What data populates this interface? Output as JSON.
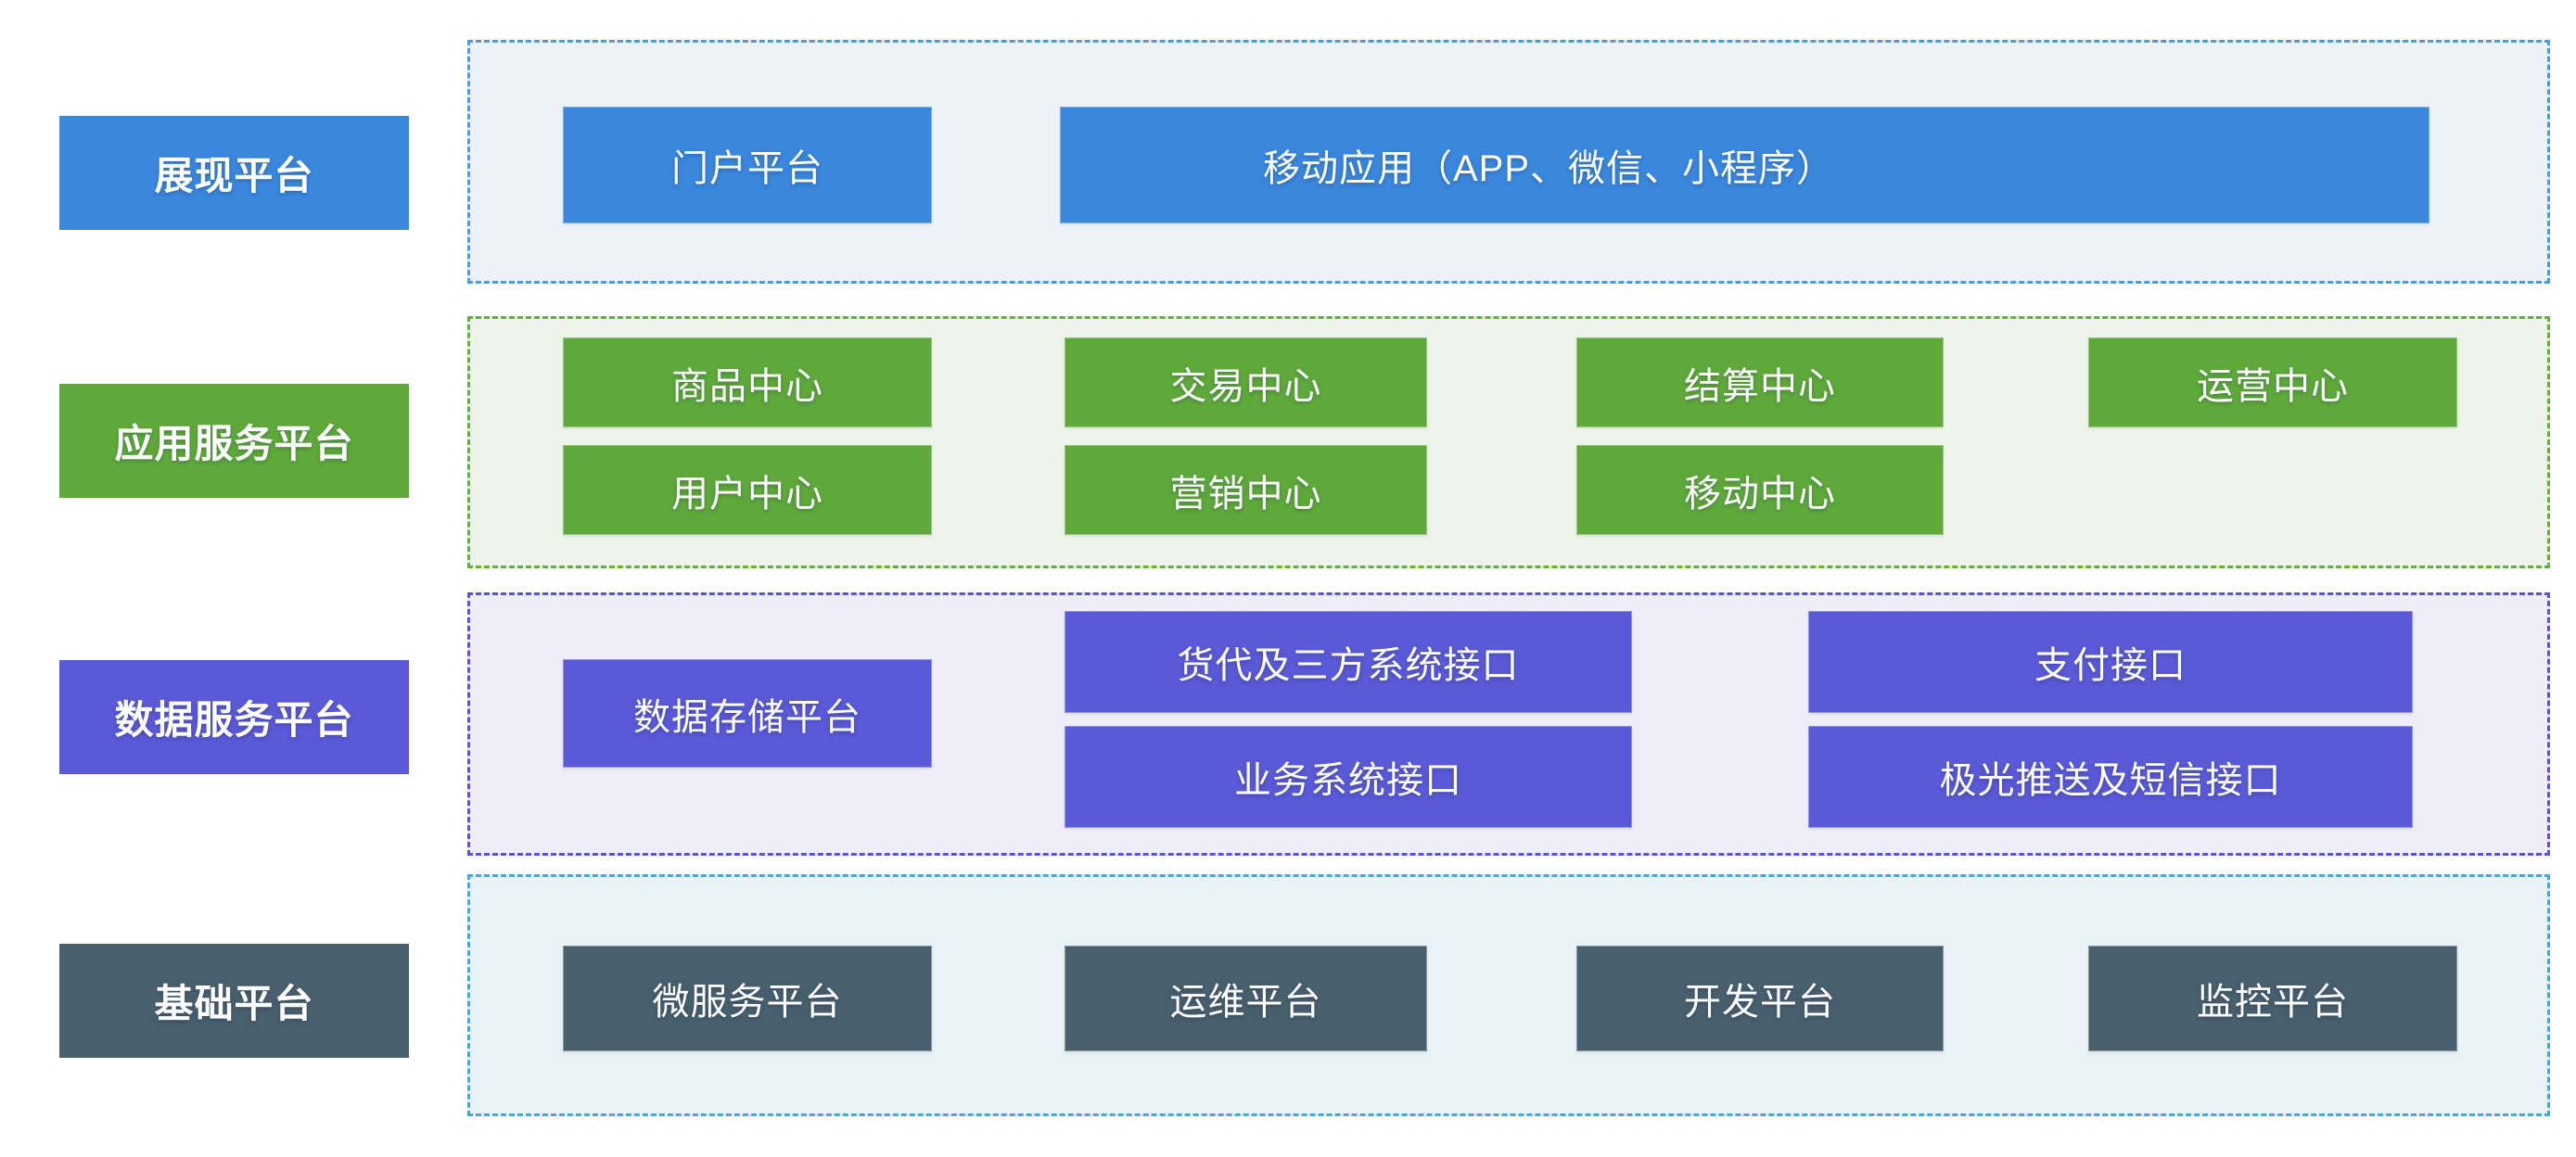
{
  "layers": [
    {
      "id": "presentation",
      "label": "展现平台",
      "boxes": [
        {
          "label": "门户平台"
        },
        {
          "label": "移动应用（APP、微信、小程序）"
        }
      ]
    },
    {
      "id": "application",
      "label": "应用服务平台",
      "boxes": [
        {
          "label": "商品中心"
        },
        {
          "label": "交易中心"
        },
        {
          "label": "结算中心"
        },
        {
          "label": "运营中心"
        },
        {
          "label": "用户中心"
        },
        {
          "label": "营销中心"
        },
        {
          "label": "移动中心"
        }
      ]
    },
    {
      "id": "data_service",
      "label": "数据服务平台",
      "boxes": [
        {
          "label": "数据存储平台"
        },
        {
          "label": "货代及三方系统接口"
        },
        {
          "label": "支付接口"
        },
        {
          "label": "业务系统接口"
        },
        {
          "label": "极光推送及短信接口"
        }
      ]
    },
    {
      "id": "base",
      "label": "基础平台",
      "boxes": [
        {
          "label": "微服务平台"
        },
        {
          "label": "运维平台"
        },
        {
          "label": "开发平台"
        },
        {
          "label": "监控平台"
        }
      ]
    }
  ],
  "themes": {
    "presentation": {
      "solid": "#3A87DE",
      "container_bg": "#ECF2F8",
      "dashed_border": "#4A9BE6"
    },
    "application": {
      "solid": "#5FA93B",
      "container_bg": "#EEF4EA",
      "dashed_border": "#5DB33C"
    },
    "data_service": {
      "solid": "#5A59D8",
      "container_bg": "#EFEEF8",
      "dashed_border": "#5A52D8"
    },
    "base": {
      "solid": "#485F6E",
      "container_bg": "#E9F2F6",
      "dashed_border": "#3FA9E4"
    },
    "text": "#FFFFFF"
  }
}
